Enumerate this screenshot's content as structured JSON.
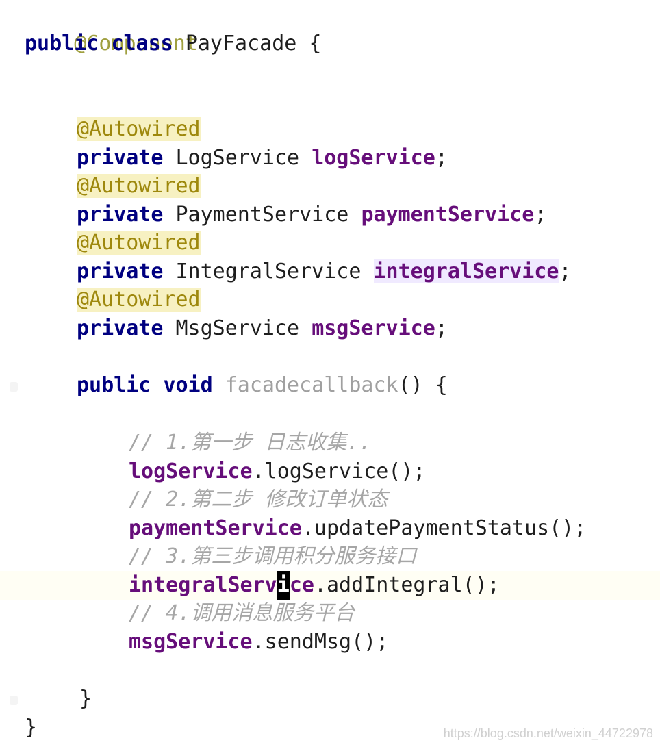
{
  "code": {
    "class_annotation": "@Component",
    "class_decl": {
      "kw1": "public",
      "kw2": "class",
      "name": "PayFacade",
      "open": "{"
    },
    "fields": [
      {
        "annotation": "@Autowired",
        "modifier": "private",
        "type": "LogService",
        "name": "logService",
        "semi": ";"
      },
      {
        "annotation": "@Autowired",
        "modifier": "private",
        "type": "PaymentService",
        "name": "paymentService",
        "semi": ";"
      },
      {
        "annotation": "@Autowired",
        "modifier": "private",
        "type": "IntegralService",
        "name": "integralService",
        "semi": ";"
      },
      {
        "annotation": "@Autowired",
        "modifier": "private",
        "type": "MsgService",
        "name": "msgService",
        "semi": ";"
      }
    ],
    "method_decl": {
      "kw1": "public",
      "kw2": "void",
      "name": "facadecallback",
      "suffix": "() {"
    },
    "body": [
      {
        "comment": "// 1.第一步 日志收集..",
        "target": "logService",
        "call": ".logService();"
      },
      {
        "comment": "// 2.第二步 修改订单状态",
        "target": "paymentService",
        "call": ".updatePaymentStatus();"
      },
      {
        "comment": "// 3.第三步调用积分服务接口",
        "target_before_caret": "integralServ",
        "caret_char": "i",
        "target_after_caret": "ce",
        "call": ".addIntegral();"
      },
      {
        "comment": "// 4.调用消息服务平台",
        "target": "msgService",
        "call": ".sendMsg();"
      }
    ],
    "method_close": "}",
    "class_close": "}"
  },
  "watermark": "https://blog.csdn.net/weixin_44722978"
}
